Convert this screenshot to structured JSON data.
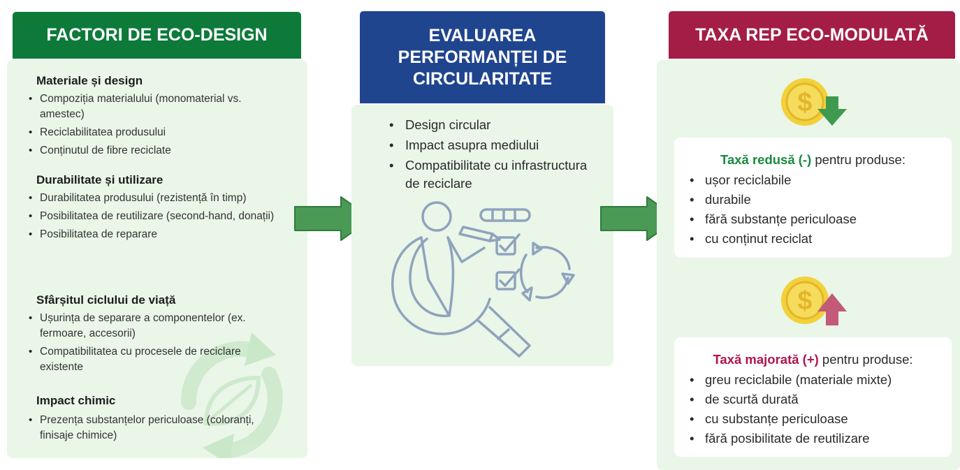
{
  "colors": {
    "green_header": "#0d7a3a",
    "blue_header": "#20458f",
    "red_header": "#a41d47",
    "panel_bg": "#e9f6e8",
    "arrow": "#4a9a55",
    "reduced": "#178a3e",
    "increased": "#b0144e",
    "coin": "#f2d13a"
  },
  "left": {
    "title": "FACTORI DE ECO-DESIGN",
    "sections": [
      {
        "title": "Materiale și design",
        "items": [
          "Compoziția materialului (monomaterial vs. amestec)",
          "Reciclabilitatea produsului",
          "Conținutul de fibre reciclate"
        ]
      },
      {
        "title": "Durabilitate și utilizare",
        "items": [
          "Durabilitatea produsului (rezistență în timp)",
          "Posibilitatea de reutilizare (second-hand, donații)",
          "Posibilitatea de reparare"
        ]
      },
      {
        "title": "Sfârșitul ciclului de viață",
        "items": [
          "Ușurința de separare a componentelor (ex. fermoare, accesorii)",
          "Compatibilitatea cu procesele de reciclare existente"
        ]
      },
      {
        "title": "Impact chimic",
        "items": [
          "Prezența substanțelor periculoase (coloranți, finisaje chimice)"
        ]
      }
    ]
  },
  "middle": {
    "title": "EVALUAREA PERFORMANȚEI DE CIRCULARITATE",
    "items": [
      "Design circular",
      "Impact asupra mediului",
      "Compatibilitate cu infrastructura de reciclare"
    ]
  },
  "right": {
    "title": "TAXA REP ECO-MODULATĂ",
    "reduced": {
      "label": "Taxă redusă (-)",
      "suffix": " pentru produse:",
      "items": [
        "ușor reciclabile",
        "durabile",
        "fără substanțe periculoase",
        "cu conținut reciclat"
      ]
    },
    "increased": {
      "label": "Taxă majorată (+)",
      "suffix": " pentru produse:",
      "items": [
        "greu reciclabile (materiale mixte)",
        "de scurtă durată",
        "cu substanțe periculoase",
        "fără posibilitate de reutilizare"
      ]
    }
  }
}
